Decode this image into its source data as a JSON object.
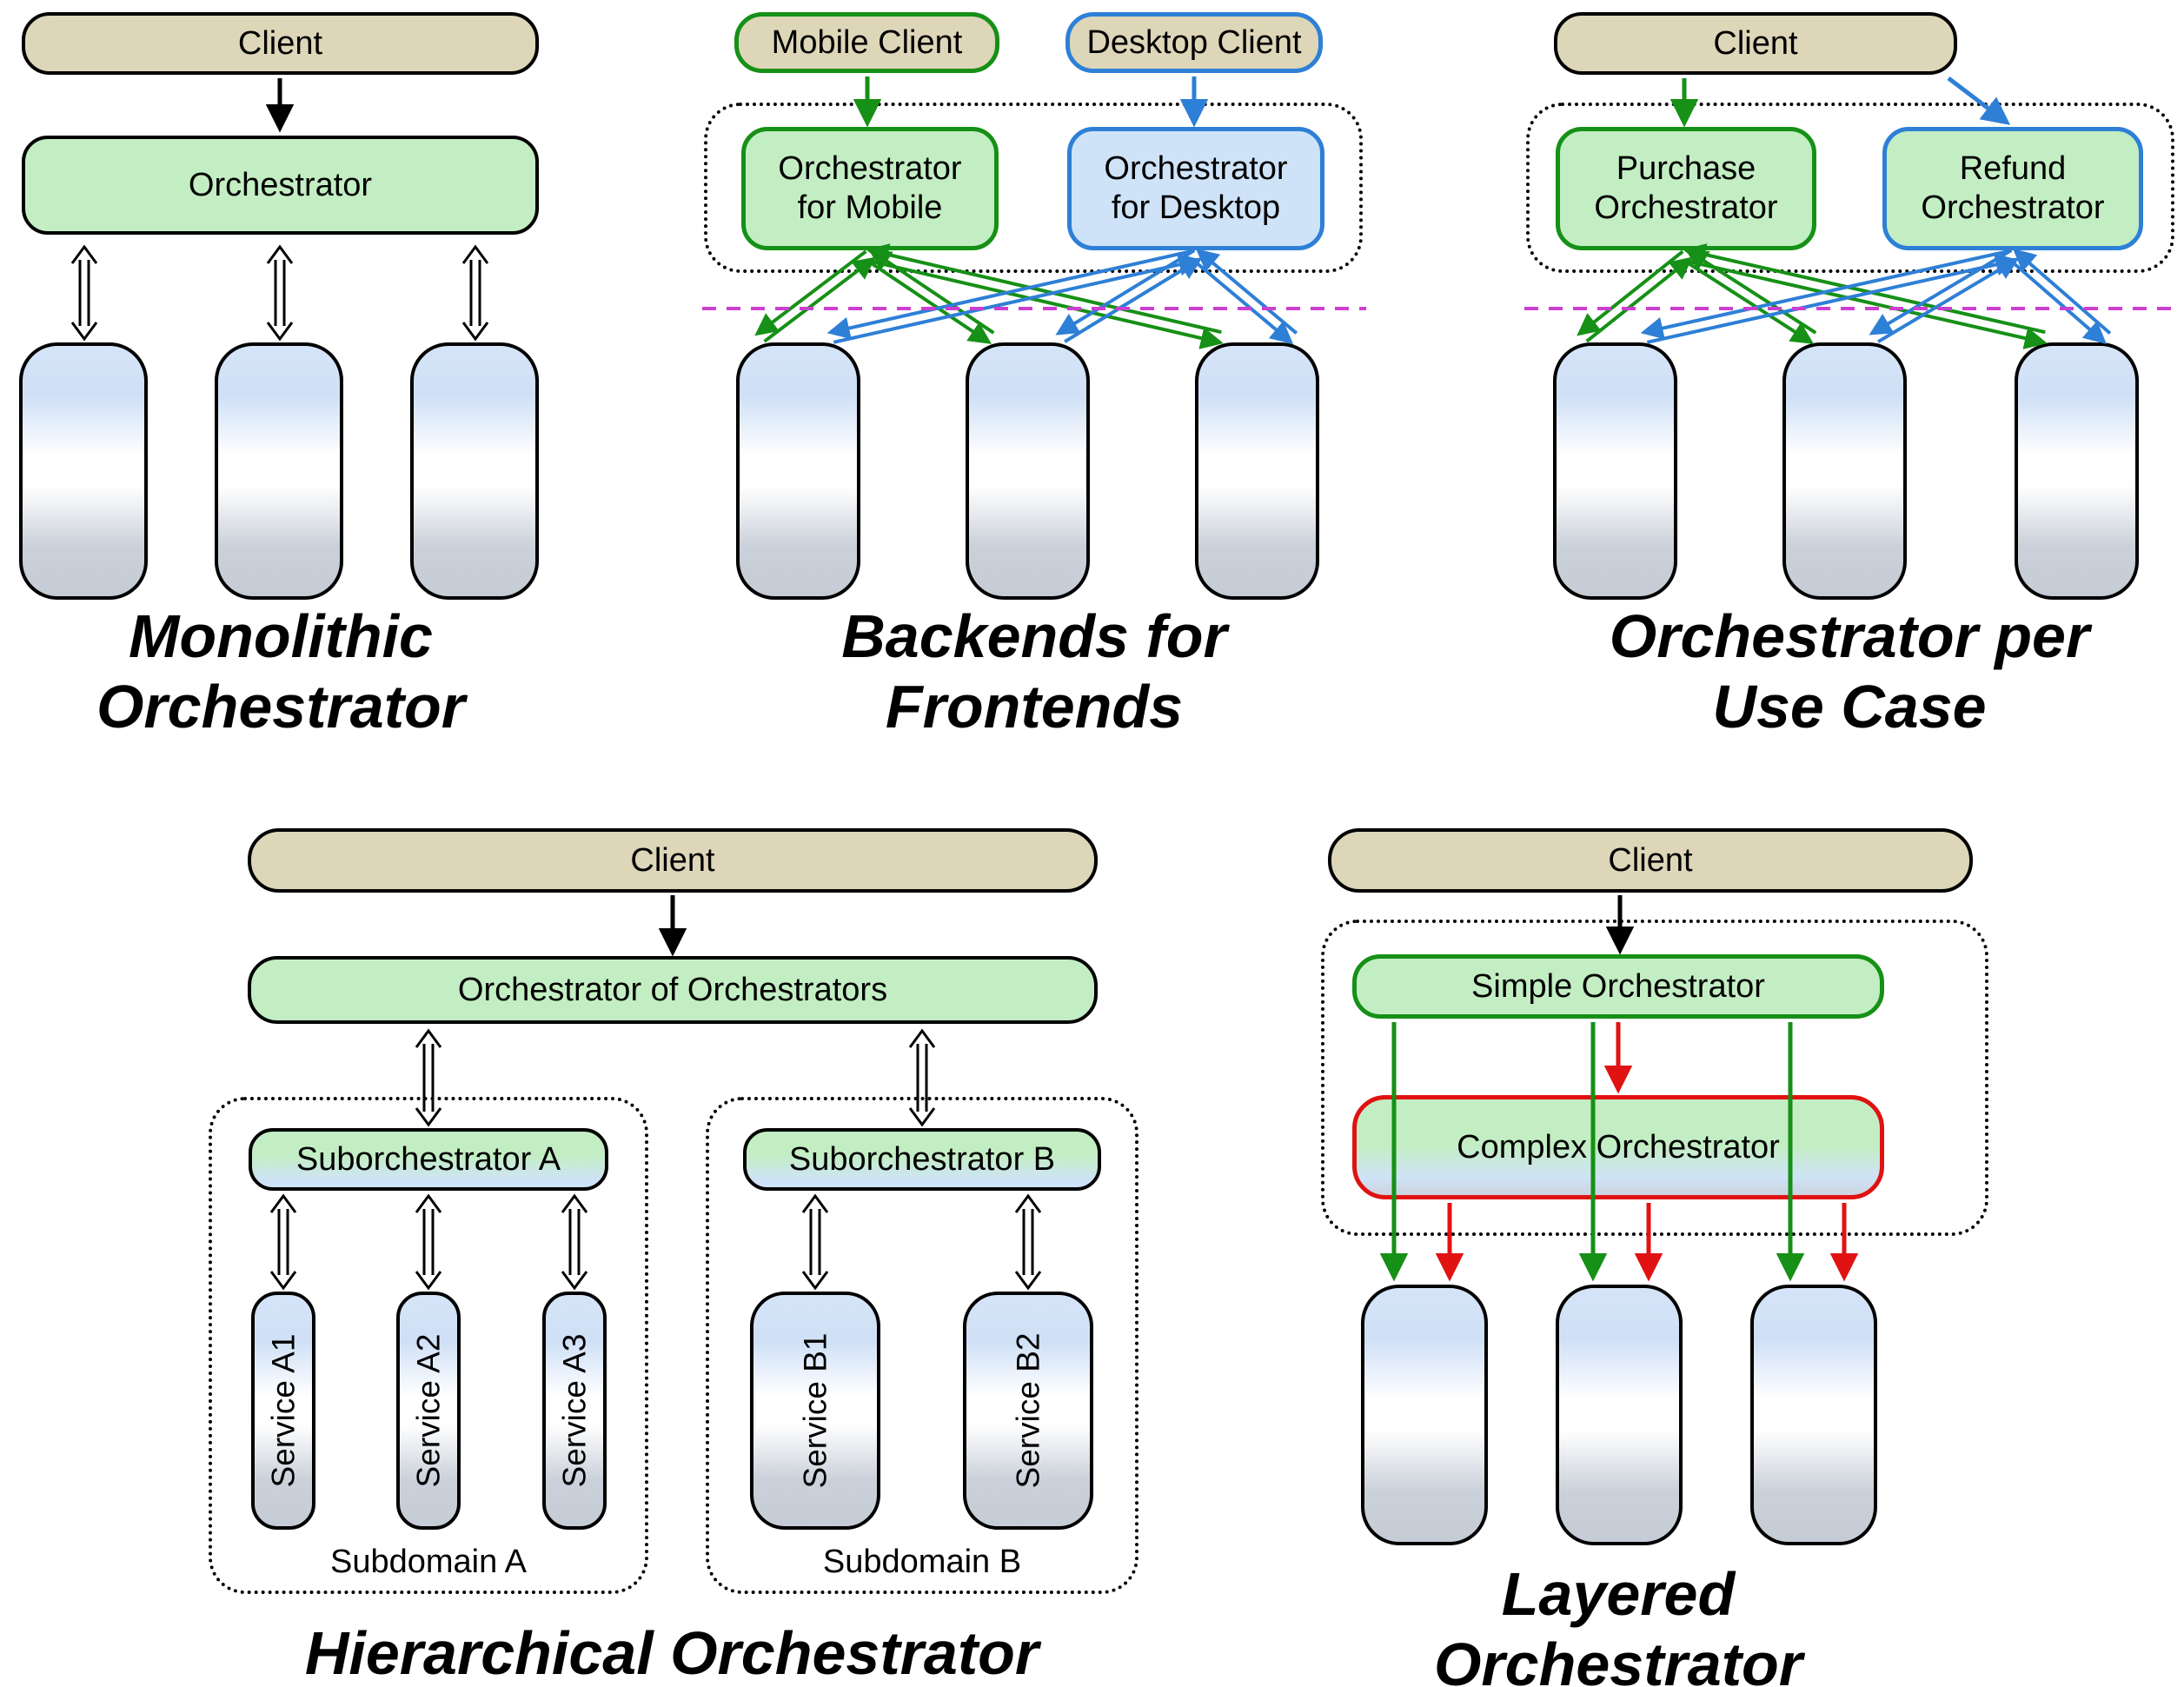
{
  "diagram": {
    "monolithic": {
      "title": "Monolithic\nOrchestrator",
      "client": "Client",
      "orchestrator": "Orchestrator"
    },
    "backends_for_frontends": {
      "title": "Backends for\nFrontends",
      "mobile_client": "Mobile Client",
      "desktop_client": "Desktop Client",
      "orchestrator_mobile": "Orchestrator\nfor Mobile",
      "orchestrator_desktop": "Orchestrator\nfor Desktop"
    },
    "per_use_case": {
      "title": "Orchestrator per\nUse Case",
      "client": "Client",
      "purchase_orchestrator": "Purchase\nOrchestrator",
      "refund_orchestrator": "Refund\nOrchestrator"
    },
    "hierarchical": {
      "title": "Hierarchical Orchestrator",
      "client": "Client",
      "root_orchestrator": "Orchestrator of Orchestrators",
      "suborchestrator_a": "Suborchestrator A",
      "suborchestrator_b": "Suborchestrator B",
      "services_a": [
        "Service A1",
        "Service A2",
        "Service A3"
      ],
      "services_b": [
        "Service B1",
        "Service B2"
      ],
      "subdomain_a_label": "Subdomain A",
      "subdomain_b_label": "Subdomain B"
    },
    "layered": {
      "title": "Layered\nOrchestrator",
      "client": "Client",
      "simple_orchestrator": "Simple Orchestrator",
      "complex_orchestrator": "Complex Orchestrator"
    }
  },
  "colors": {
    "client_fill": "#ddd6b8",
    "orchestrator_green_fill": "#c3eec3",
    "desktop_blue_fill": "#cfe3f8",
    "arrow_green": "#169016",
    "arrow_blue": "#2e7fd6",
    "arrow_red": "#e11212",
    "boundary_magenta": "#cc3fd0"
  }
}
